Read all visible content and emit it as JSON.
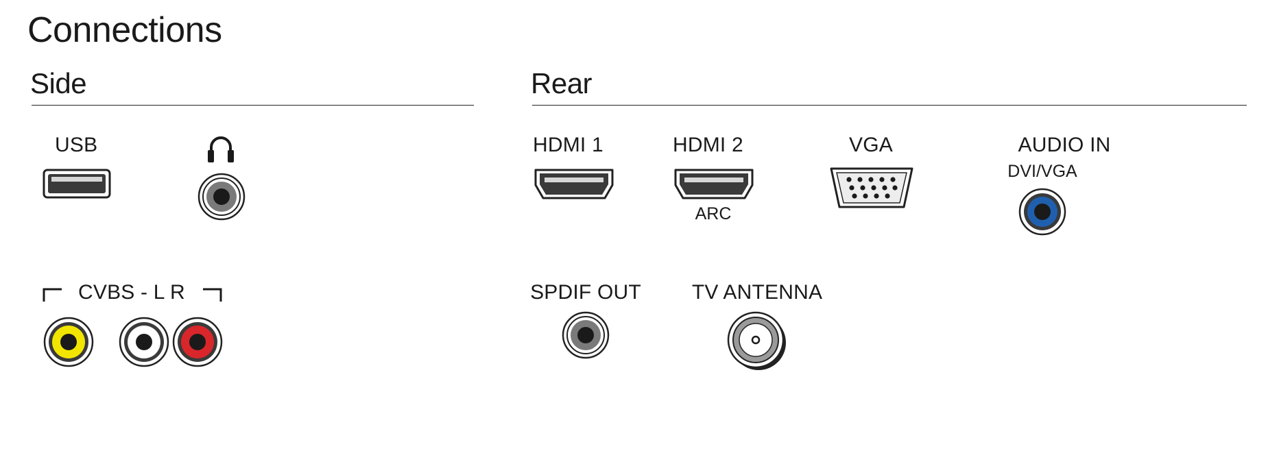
{
  "title": "Connections",
  "sections": {
    "side": {
      "title": "Side",
      "ports": {
        "usb": {
          "label": "USB"
        },
        "headphone": {
          "icon": "headphone-icon"
        },
        "cvbs": {
          "label": "CVBS - L R",
          "jack_colors": [
            "#f2e600",
            "#ffffff",
            "#d8262b"
          ]
        }
      }
    },
    "rear": {
      "title": "Rear",
      "ports": {
        "hdmi1": {
          "label": "HDMI 1"
        },
        "hdmi2": {
          "label": "HDMI 2",
          "sublabel": "ARC"
        },
        "vga": {
          "label": "VGA"
        },
        "audio_in": {
          "label": "AUDIO IN",
          "sublabel": "DVI/VGA",
          "jack_color": "#1f5fae"
        },
        "spdif_out": {
          "label": "SPDIF OUT"
        },
        "tv_antenna": {
          "label": "TV ANTENNA"
        }
      }
    }
  }
}
